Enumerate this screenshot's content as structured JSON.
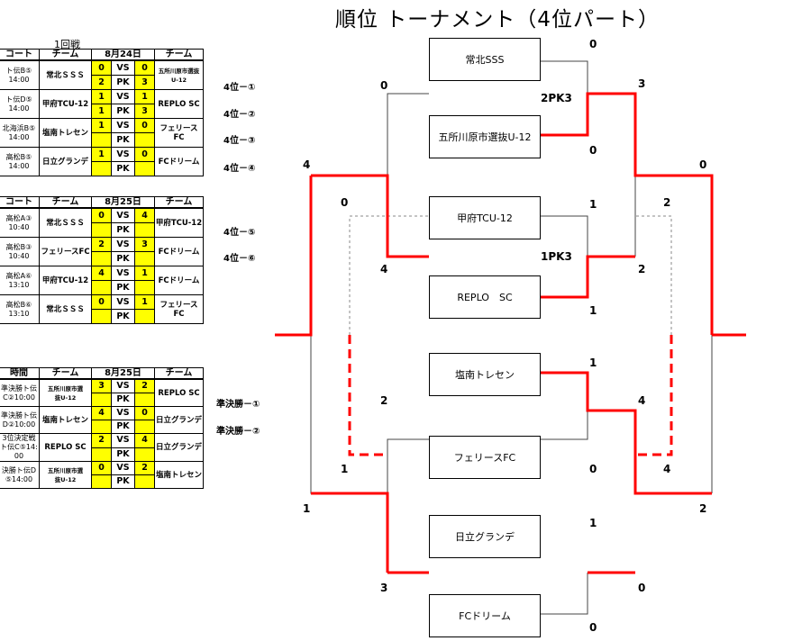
{
  "title": "順位 トーナメント（4位パート）",
  "round1_label": "1回戦",
  "colors": {
    "advance_line": "#ff0000",
    "score_box": "#ffff00"
  },
  "table1": {
    "headers": [
      "コート",
      "チーム",
      "8月24日",
      "チーム"
    ],
    "rows": [
      {
        "court": "ト伝B⑤\n14:00",
        "team1": "常北ＳＳＳ",
        "s1": "0",
        "pk1": "2",
        "mid1": "VS",
        "mid2": "PK",
        "s2": "0",
        "pk2": "3",
        "team2": "五所川原市選抜U-12"
      },
      {
        "court": "ト伝D⑤\n14:00",
        "team1": "甲府TCU-12",
        "s1": "1",
        "pk1": "1",
        "mid1": "VS",
        "mid2": "PK",
        "s2": "1",
        "pk2": "3",
        "team2": "REPLO SC"
      },
      {
        "court": "北海浜B⑤\n14:00",
        "team1": "塩南トレセン",
        "s1": "1",
        "pk1": "",
        "mid1": "VS",
        "mid2": "PK",
        "s2": "0",
        "pk2": "",
        "team2": "フェリースFC"
      },
      {
        "court": "高松B⑤\n14:00",
        "team1": "日立グランデ",
        "s1": "1",
        "pk1": "",
        "mid1": "VS",
        "mid2": "PK",
        "s2": "0",
        "pk2": "",
        "team2": "FCドリーム"
      }
    ]
  },
  "table1_refs": [
    "4位－①",
    "4位－②",
    "4位－③",
    "4位－④"
  ],
  "table2": {
    "headers": [
      "コート",
      "チーム",
      "8月25日",
      "チーム"
    ],
    "rows": [
      {
        "court": "高松A③\n10:40",
        "team1": "常北ＳＳＳ",
        "s1": "0",
        "pk1": "",
        "mid1": "VS",
        "mid2": "PK",
        "s2": "4",
        "pk2": "",
        "team2": "甲府TCU-12"
      },
      {
        "court": "高松B③\n10:40",
        "team1": "フェリースFC",
        "s1": "2",
        "pk1": "",
        "mid1": "VS",
        "mid2": "PK",
        "s2": "3",
        "pk2": "",
        "team2": "FCドリーム"
      },
      {
        "court": "高松A⑥\n13:10",
        "team1": "甲府TCU-12",
        "s1": "4",
        "pk1": "",
        "mid1": "VS",
        "mid2": "PK",
        "s2": "1",
        "pk2": "",
        "team2": "FCドリーム"
      },
      {
        "court": "高松B⑥\n13:10",
        "team1": "常北ＳＳＳ",
        "s1": "0",
        "pk1": "",
        "mid1": "VS",
        "mid2": "PK",
        "s2": "1",
        "pk2": "",
        "team2": "フェリースFC"
      }
    ]
  },
  "table2_refs": [
    "4位－⑤",
    "4位－⑥"
  ],
  "table3": {
    "headers": [
      "時間",
      "チーム",
      "8月25日",
      "チーム"
    ],
    "rows": [
      {
        "court": "準決勝ト伝\nC②10:00",
        "team1": "五所川原市選\n抜U-12",
        "s1": "3",
        "pk1": "",
        "mid1": "VS",
        "mid2": "PK",
        "s2": "2",
        "pk2": "",
        "team2": "REPLO SC"
      },
      {
        "court": "準決勝ト伝\nD②10:00",
        "team1": "塩南トレセン",
        "s1": "4",
        "pk1": "",
        "mid1": "VS",
        "mid2": "PK",
        "s2": "0",
        "pk2": "",
        "team2": "日立グランデ"
      },
      {
        "court": "3位決定戦\nト伝C⑤14:\n00",
        "team1": "REPLO SC",
        "s1": "2",
        "pk1": "",
        "mid1": "VS",
        "mid2": "PK",
        "s2": "4",
        "pk2": "",
        "team2": "日立グランデ"
      },
      {
        "court": "決勝ト伝D\n⑤14:00",
        "team1": "五所川原市選\n抜U-12",
        "s1": "0",
        "pk1": "",
        "mid1": "VS",
        "mid2": "PK",
        "s2": "2",
        "pk2": "",
        "team2": "塩南トレセン"
      }
    ]
  },
  "table3_refs": [
    "準決勝－①",
    "準決勝－②"
  ],
  "bracket_teams": [
    "常北SSS",
    "五所川原市選抜U-12",
    "甲府TCU-12",
    "REPLO　SC",
    "塩南トレセン",
    "フェリースFC",
    "日立グランデ",
    "FCドリーム"
  ],
  "bracket_scores": {
    "r1_top": [
      "0",
      "0",
      "1",
      "1",
      "1",
      "0",
      "1",
      "0"
    ],
    "pk": [
      "2PK3",
      "1PK3"
    ],
    "r2_right": [
      "3",
      "2",
      "4",
      "0"
    ],
    "final_right": [
      "0",
      "2",
      "2",
      "4"
    ],
    "left_inner": [
      "0",
      "4",
      "0",
      "2",
      "1",
      "3"
    ],
    "left_outer": [
      "4",
      "1"
    ]
  }
}
